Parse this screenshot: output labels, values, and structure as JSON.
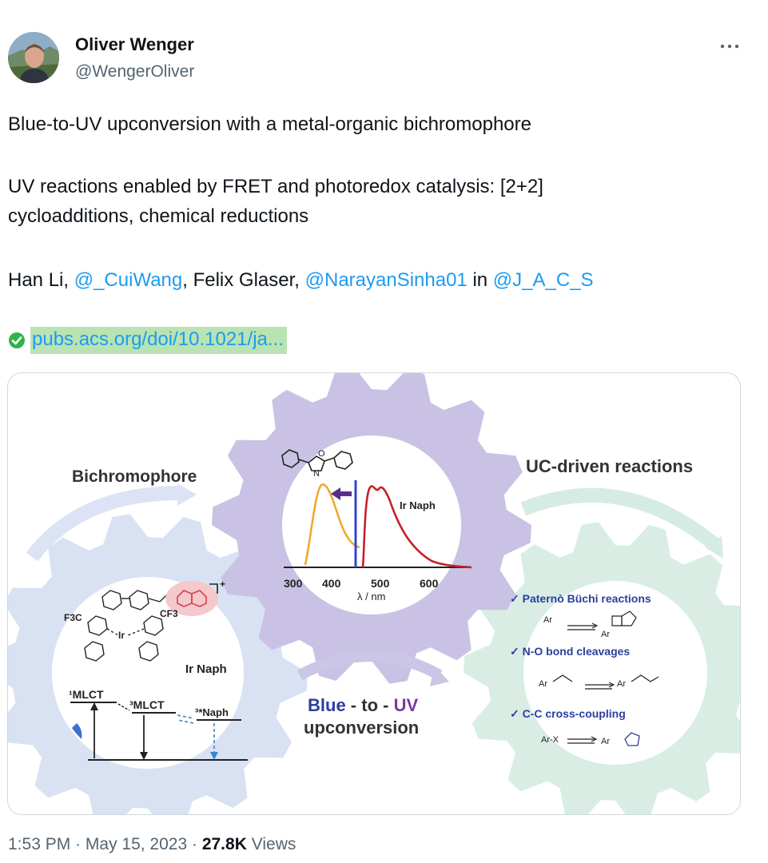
{
  "author": {
    "name": "Oliver Wenger",
    "handle": "@WengerOliver"
  },
  "tweet": {
    "line1": "Blue-to-UV upconversion with a metal-organic bichromophore",
    "line2": "UV reactions enabled by FRET and photoredox catalysis: [2+2]",
    "line3": "cycloadditions, chemical reductions",
    "authors_prefix": "Han Li, ",
    "mention1": "@_CuiWang",
    "authors_mid": ", Felix Glaser, ",
    "mention2": "@NarayanSinha01",
    "authors_in": " in ",
    "mention3": "@J_A_C_S",
    "link": "pubs.acs.org/doi/10.1021/ja..."
  },
  "figure": {
    "left_title": "Bichromophore",
    "right_title": "UC-driven reactions",
    "center_label": "Ir Naph",
    "x_ticks": [
      "300",
      "400",
      "500",
      "600"
    ],
    "x_axis_label": "λ / nm",
    "bottom_blue": "Blue",
    "bottom_to1": " - to - ",
    "bottom_uv": "UV",
    "bottom_line2": "upconversion",
    "complex_label": "Ir Naph",
    "cf3_left": "F3C",
    "cf3_right": "CF3",
    "mlct1": "¹MLCT",
    "mlct3": "³MLCT",
    "naph3": "³*Naph",
    "reaction1": "Paternò Büchi reactions",
    "reaction2": "N-O bond cleavages",
    "reaction3": "C-C cross-coupling",
    "ar": "Ar",
    "arx": "Ar-X",
    "colors": {
      "left_gear": "#d9e2f3",
      "center_gear": "#c9c2e4",
      "right_gear": "#d9ede4",
      "orange_curve": "#f0a830",
      "red_curve": "#c8202a",
      "blue_line": "#3047c8",
      "purple_arrow": "#5a2d8c",
      "blue_text": "#2b3f9e",
      "uv_text": "#7a3aa0"
    }
  },
  "footer": {
    "time": "1:53 PM",
    "date": "May 15, 2023",
    "views_count": "27.8K",
    "views_label": "Views"
  }
}
